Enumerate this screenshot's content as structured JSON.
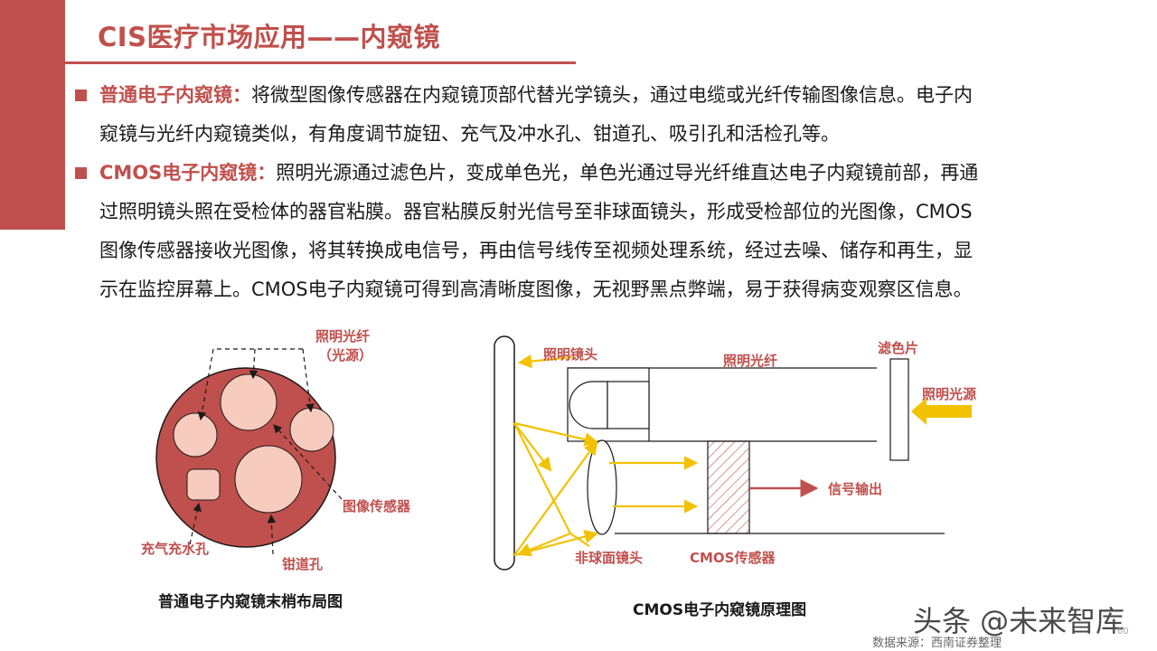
{
  "title": "CIS医疗市场应用——内窥镜",
  "bullets": [
    {
      "term": "普通电子内窥镜：",
      "lines": [
        "将微型图像传感器在内窥镜顶部代替光学镜头，通过电缆或光纤传输图像信息。电子内",
        "窥镜与光纤内窥镜类似，有角度调节旋钮、充气及冲水孔、钳道孔、吸引孔和活检孔等。"
      ]
    },
    {
      "term": "CMOS电子内窥镜：",
      "lines": [
        "照明光源通过滤色片，变成单色光，单色光通过导光纤维直达电子内窥镜前部，再通",
        "过照明镜头照在受检体的器官粘膜。器官粘膜反射光信号至非球面镜头，形成受检部位的光图像，CMOS",
        "图像传感器接收光图像，将其转换成电信号，再由信号线传至视频处理系统，经过去噪、储存和再生，显",
        "示在监控屏幕上。CMOS电子内窥镜可得到高清晰度图像，无视野黑点弊端，易于获得病变观察区信息。"
      ]
    }
  ],
  "figure1": {
    "caption": "普通电子内窥镜末梢布局图",
    "labels": {
      "fiber_line1": "照明光纤",
      "fiber_line2": "（光源）",
      "image_sensor": "图像传感器",
      "air_water": "充气充水孔",
      "forceps": "钳道孔"
    }
  },
  "figure2": {
    "caption": "CMOS电子内窥镜原理图",
    "labels": {
      "lens": "照明镜头",
      "fiber": "照明光纤",
      "filter": "滤色片",
      "light_source": "照明光源",
      "signal_out": "信号输出",
      "aspheric": "非球面镜头",
      "cmos": "CMOS传感器"
    }
  },
  "watermark": "头条 @未来智库",
  "source": "数据来源：西南证券整理",
  "page_number": "60",
  "colors": {
    "accent": "#c0504d",
    "arrow": "#f2c200",
    "disc_fill": "#f8cbbf"
  }
}
